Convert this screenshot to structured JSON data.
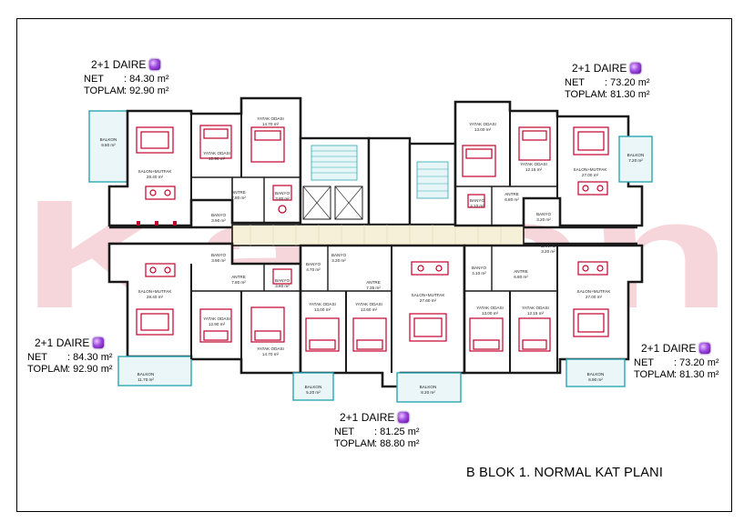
{
  "drawing": {
    "title": "B BLOK 1. NORMAL KAT PLANI",
    "watermark": "Kayan"
  },
  "units": [
    {
      "id": "top-left",
      "type": "2+1 DAIRE",
      "net_label": "NET",
      "net_value": ": 84.30 m²",
      "total_label": "TOPLAM",
      "total_value": ": 92.90 m²"
    },
    {
      "id": "top-right",
      "type": "2+1 DAIRE",
      "net_label": "NET",
      "net_value": ": 73.20 m²",
      "total_label": "TOPLAM",
      "total_value": ": 81.30 m²"
    },
    {
      "id": "bottom-left",
      "type": "2+1 DAIRE",
      "net_label": "NET",
      "net_value": ": 84.30 m²",
      "total_label": "TOPLAM",
      "total_value": ": 92.90 m²"
    },
    {
      "id": "bottom-right",
      "type": "2+1 DAIRE",
      "net_label": "NET",
      "net_value": ": 73.20 m²",
      "total_label": "TOPLAM",
      "total_value": ": 81.30 m²"
    },
    {
      "id": "bottom-center",
      "type": "2+1 DAIRE",
      "net_label": "NET",
      "net_value": ": 81.25 m²",
      "total_label": "TOPLAM",
      "total_value": ": 88.80 m²"
    }
  ],
  "rooms": {
    "balkon_tl": [
      "BALKON",
      "9.80 m²"
    ],
    "salon_tl": [
      "SALON+MUTFAK",
      "28.40 m²"
    ],
    "yatak1_tl": [
      "YATAK ODASI",
      "12.90 m²"
    ],
    "yatak2_tl": [
      "YATAK ODASI",
      "14.70 m²"
    ],
    "antre_tl": [
      "ANTRE",
      "7.80 m²"
    ],
    "banyo_tl": [
      "BANYO",
      "3.90 m²"
    ],
    "banyo2_tl": [
      "BANYO",
      "3.80 m²"
    ],
    "yatak1_tr": [
      "YATAK ODASI",
      "13.00 m²"
    ],
    "yatak2_tr": [
      "YATAK ODASI",
      "12.15 m²"
    ],
    "salon_tr": [
      "SALON+MUTFAK",
      "27.00 m²"
    ],
    "balkon_tr": [
      "BALKON",
      "7.20 m²"
    ],
    "antre_tr": [
      "ANTRE",
      "6.80 m²"
    ],
    "banyo_tr": [
      "BANYO",
      "4.10 m²"
    ],
    "banyo2_tr": [
      "BANYO",
      "3.20 m²"
    ],
    "salon_bl": [
      "SALON+MUTFAK",
      "28.40 m²"
    ],
    "antre_bl": [
      "ANTRE",
      "7.80 m²"
    ],
    "banyo_bl": [
      "BANYO",
      "3.90 m²"
    ],
    "yatak1_bl": [
      "YATAK ODASI",
      "12.90 m²"
    ],
    "yatak2_bl": [
      "YATAK ODASI",
      "14.70 m²"
    ],
    "balkon_bl": [
      "BALKON",
      "11.70 m²"
    ],
    "banyo2_bl": [
      "BANYO",
      "3.80 m²"
    ],
    "banyo_bc": [
      "BANYO",
      "4.70 m²"
    ],
    "banyo2_bc": [
      "BANYO",
      "3.20 m²"
    ],
    "antre_bc": [
      "ANTRE",
      "7.35 m²"
    ],
    "yatak1_bc": [
      "YATAK ODASI",
      "13.00 m²"
    ],
    "yatak2_bc": [
      "YATAK ODASI",
      "12.60 m²"
    ],
    "balkon_bc": [
      "BALKON",
      "5.20 m²"
    ],
    "salon_bc": [
      "SALON+MUTFAK",
      "27.60 m²"
    ],
    "balkon_bc2": [
      "BALKON",
      "8.20 m²"
    ],
    "banyo_br": [
      "BANYO",
      "4.10 m²"
    ],
    "antre_br": [
      "ANTRE",
      "6.80 m²"
    ],
    "banyo2_br": [
      "BANYO",
      "3.20 m²"
    ],
    "yatak1_br": [
      "YATAK ODASI",
      "13.00 m²"
    ],
    "yatak2_br": [
      "YATAK ODASI",
      "12.15 m²"
    ],
    "salon_br": [
      "SALON+MUTFAK",
      "27.00 m²"
    ],
    "balkon_br": [
      "BALKON",
      "6.90 m²"
    ]
  },
  "colors": {
    "wall": "#1a1a1a",
    "furniture": "#c0002a",
    "balcony": "#2aa7b5",
    "corridor": "#f6f0d8",
    "watermark": "#f4c9d0"
  }
}
